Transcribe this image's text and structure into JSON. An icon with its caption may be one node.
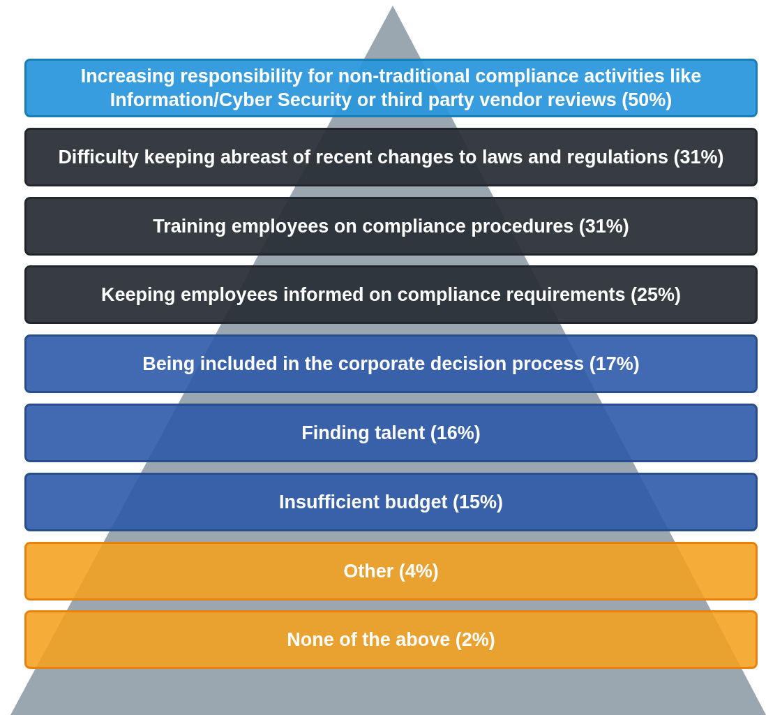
{
  "diagram": {
    "nodes": [
      {
        "text": [
          "Increasing responsibility for non-traditional compliance activities like Information/Cyber Security or third party vendor reviews (50%)"
        ]
      },
      {
        "text": [
          "Difficulty keeping abreast of recent changes to laws and regulations (31%)"
        ]
      },
      {
        "text": [
          "Training employees on compliance procedures (31%)"
        ]
      },
      {
        "text": [
          "Keeping employees informed on compliance requirements (25%)"
        ]
      },
      {
        "text": [
          "Being included in the corporate decision process (17%)"
        ]
      },
      {
        "text": [
          "Finding talent (16%)"
        ]
      },
      {
        "text": [
          "Insufficient budget (15%)"
        ]
      },
      {
        "text": [
          "Other (4%)"
        ]
      },
      {
        "text": [
          "None of the above (2%)"
        ]
      }
    ],
    "edges": []
  }
}
